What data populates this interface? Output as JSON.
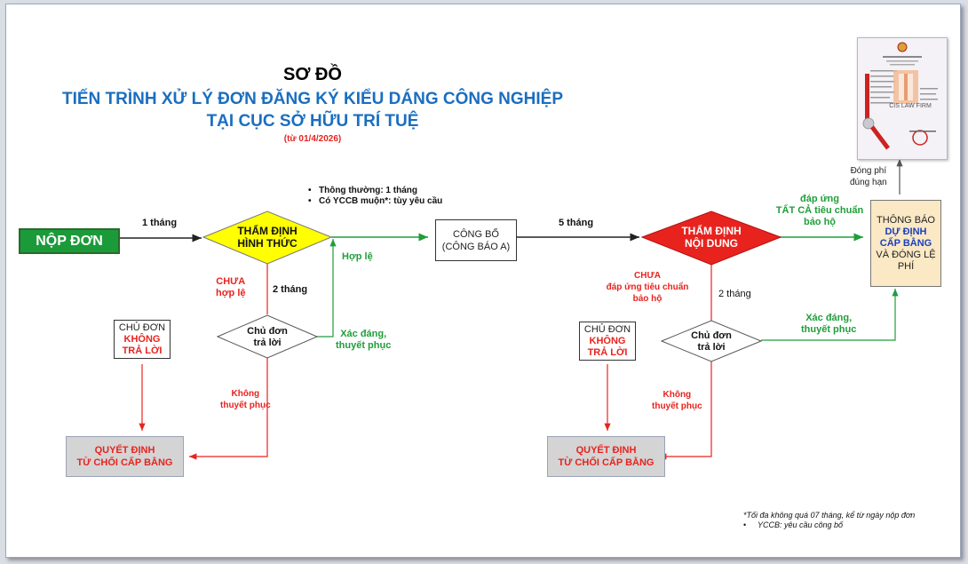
{
  "header": {
    "title": "SƠ ĐỒ",
    "subtitle_line1": "TIẾN TRÌNH XỬ LÝ ĐƠN ĐĂNG KÝ KIỂU DÁNG CÔNG NGHIỆP",
    "subtitle_line2": "TẠI CỤC SỞ HỮU TRÍ TUỆ",
    "date_note": "(từ 01/4/2026)"
  },
  "nodes": {
    "nop_don": "NỘP ĐƠN",
    "tham_dinh_hinh_thuc": [
      "THẨM ĐỊNH",
      "HÌNH THỨC"
    ],
    "cong_bo": [
      "CÔNG BỐ",
      "(CÔNG BÁO A)"
    ],
    "tham_dinh_noi_dung": [
      "THẨM ĐỊNH",
      "NỘI DUNG"
    ],
    "thong_bao": [
      "THÔNG BÁO",
      "DỰ ĐỊNH",
      "CẤP BẰNG",
      "VÀ ĐÓNG LỆ",
      "PHÍ"
    ],
    "chu_don_tra_loi_1": [
      "Chủ đơn",
      "trả lời"
    ],
    "chu_don_tra_loi_2": [
      "Chủ đơn",
      "trả lời"
    ],
    "chu_don_khong_1": [
      "CHỦ ĐƠN",
      "KHÔNG",
      "TRẢ LỜI"
    ],
    "chu_don_khong_2": [
      "CHỦ ĐƠN",
      "KHÔNG",
      "TRẢ LỜI"
    ],
    "quyet_dinh_1": [
      "QUYẾT ĐỊNH",
      "TỪ CHỐI CẤP BẰNG"
    ],
    "quyet_dinh_2": [
      "QUYẾT ĐỊNH",
      "TỪ CHỐI CẤP BẰNG"
    ]
  },
  "labels": {
    "one_month": "1 tháng",
    "bullets": [
      "Thông thường: 1 tháng",
      "Có YCCB muộn*: tùy yêu cầu"
    ],
    "hop_le": "Hợp lệ",
    "chua_hop_le": [
      "CHƯA",
      "hợp lệ"
    ],
    "two_months_1": "2 tháng",
    "xac_dang_1": [
      "Xác đáng,",
      "thuyết phục"
    ],
    "khong_thuyet_phuc_1": [
      "Không",
      "thuyết phục"
    ],
    "five_months": "5 tháng",
    "dap_ung": [
      "đáp ứng",
      "TẤT CẢ tiêu chuẩn",
      "bảo hộ"
    ],
    "chua_dap_ung": [
      "CHƯA",
      "đáp ứng tiêu chuẩn",
      "bảo hộ"
    ],
    "two_months_2": "2 tháng",
    "xac_dang_2": [
      "Xác đáng,",
      "thuyết phục"
    ],
    "khong_thuyet_phuc_2": [
      "Không",
      "thuyết phục"
    ],
    "dong_phi": [
      "Đóng phí",
      "đúng hạn"
    ]
  },
  "footnotes": [
    "*Tối đa không quá 07 tháng, kể từ ngày nộp đơn",
    "YCCB: yêu cầu công bố"
  ],
  "certificate": {
    "watermark": "CIS LAW FIRM"
  },
  "colors": {
    "title_blue": "#1a6ec0",
    "green": "#1f9e3a",
    "red": "#e8231e",
    "yellow": "#ffff00",
    "diamond_red": "#e8231e",
    "nop_don_bg": "#1b9a3a",
    "thong_bao_bg": "#fbe8c4"
  }
}
